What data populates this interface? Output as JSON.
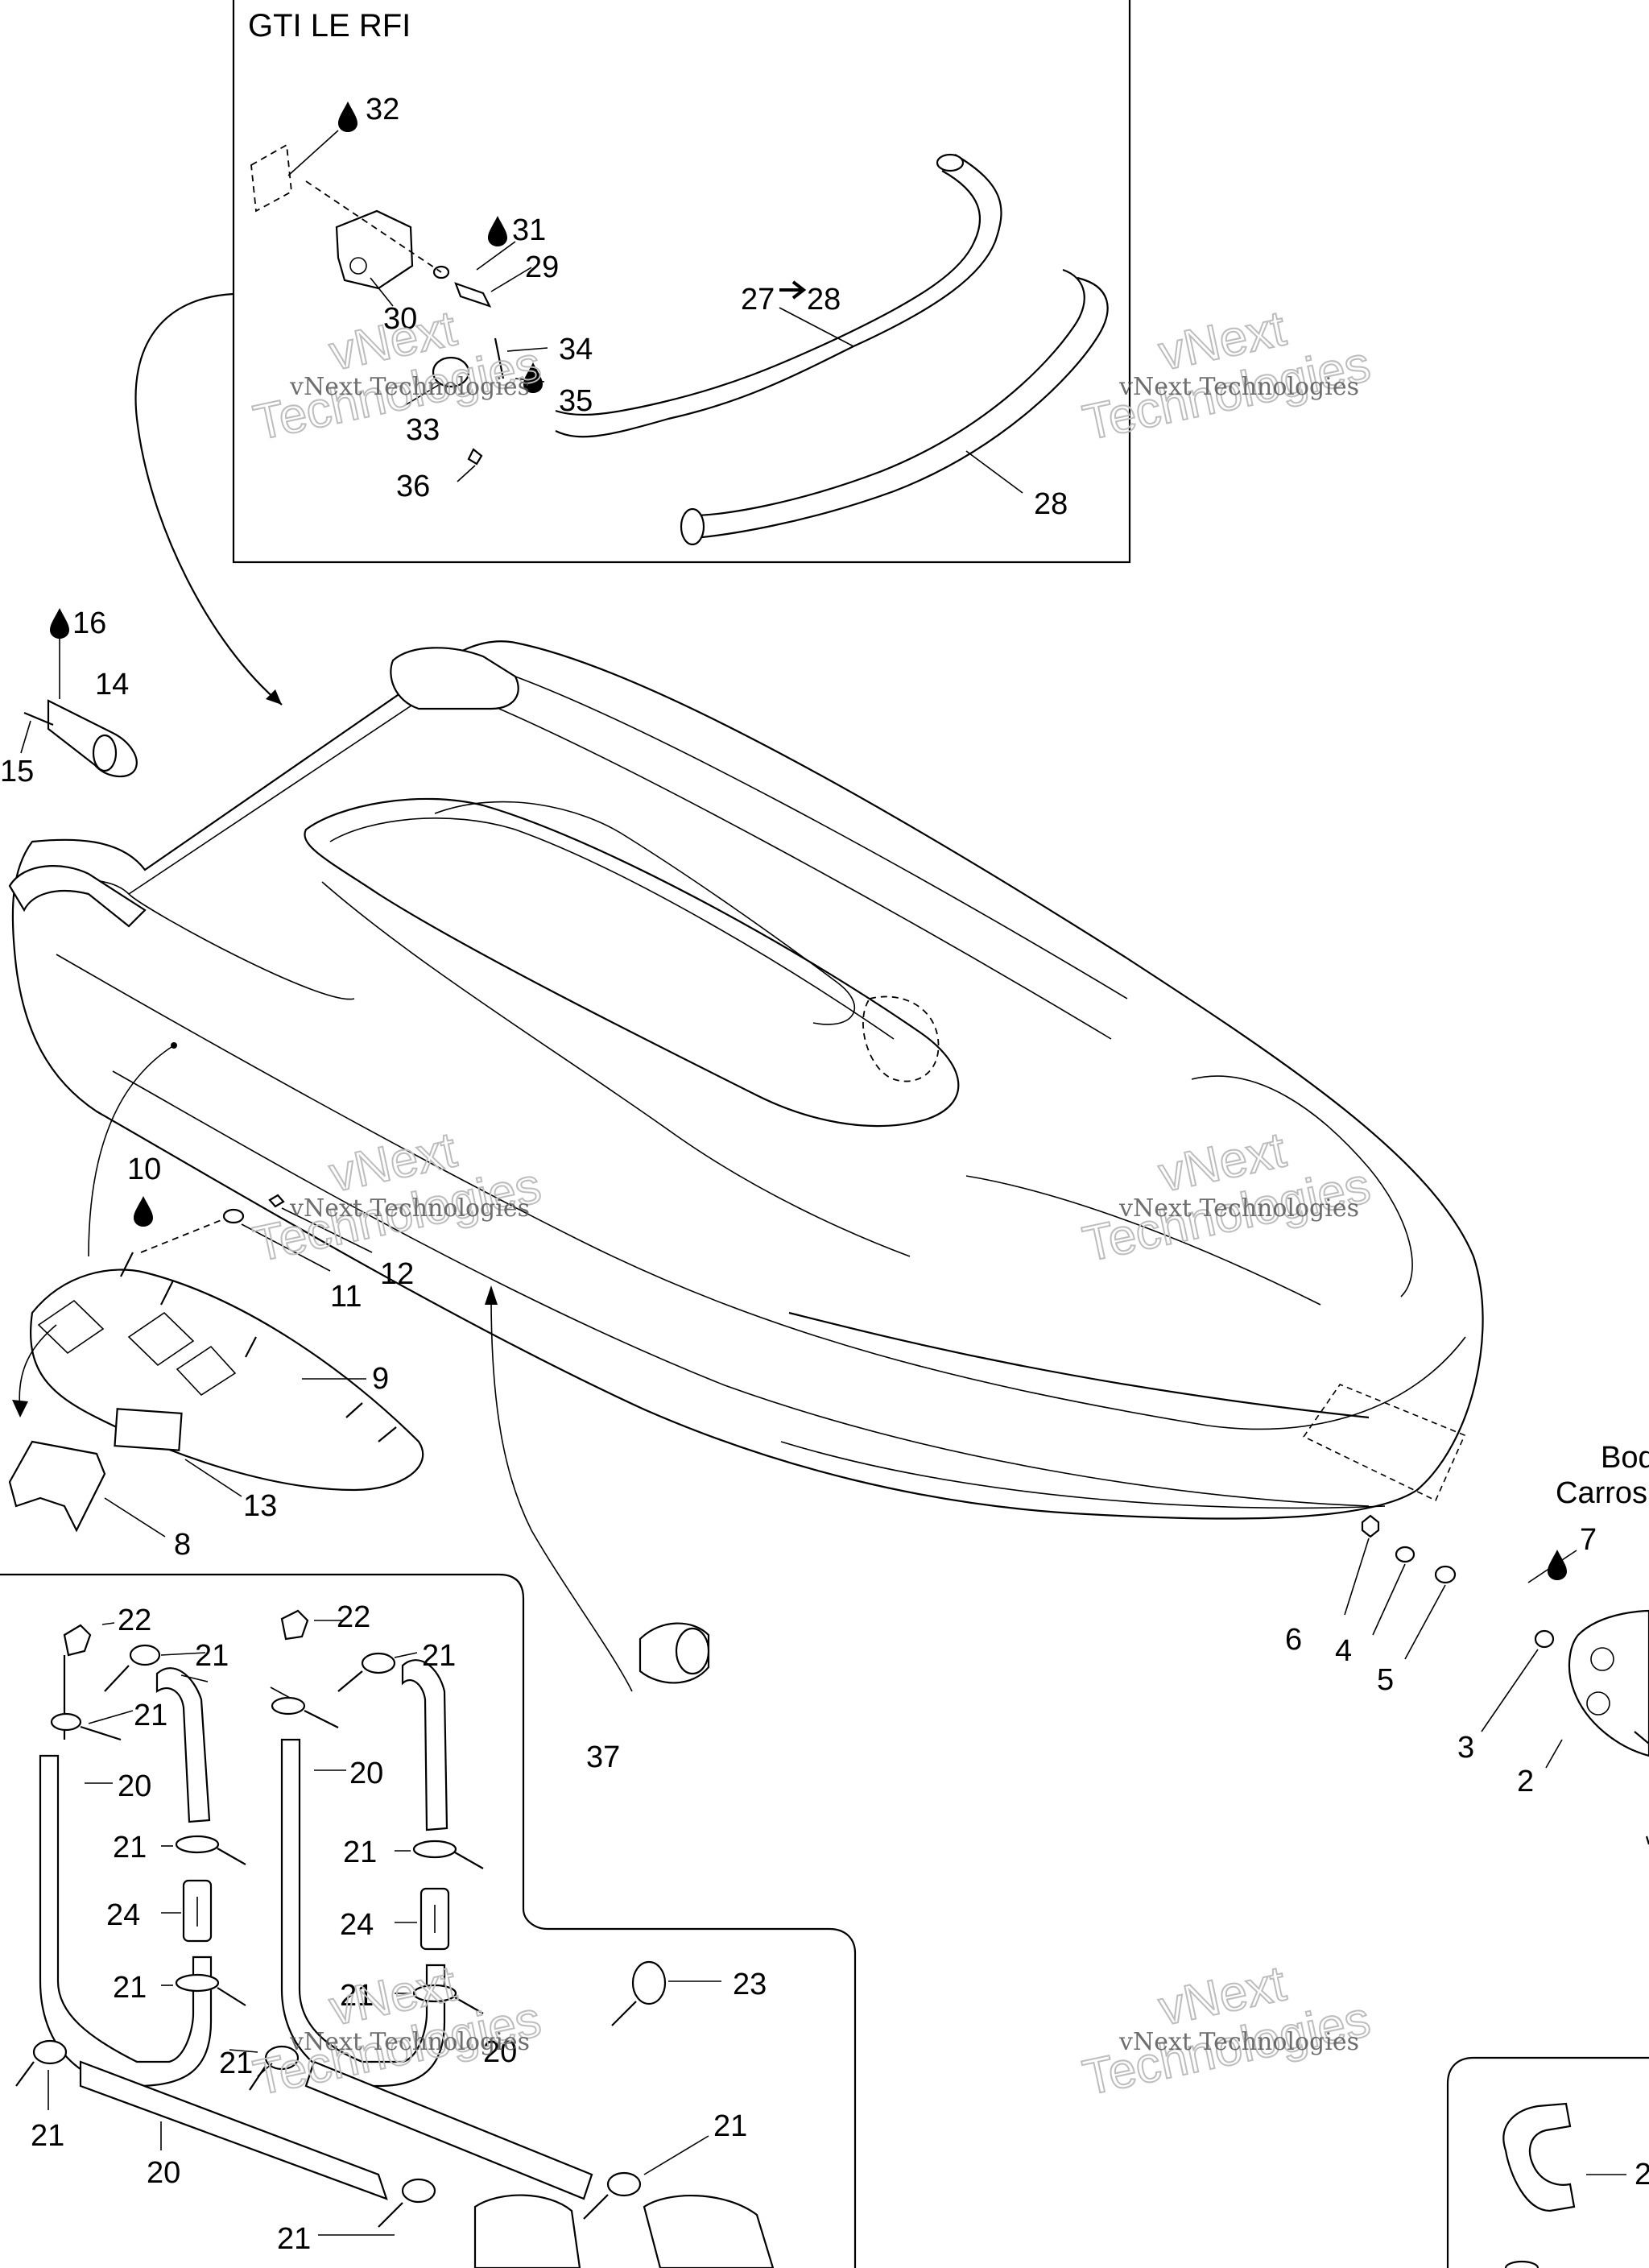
{
  "inset_title": "GTI LE RFI",
  "watermark": {
    "line1": "vNext Technologies",
    "line2a": "vNext",
    "line2b": "Technologies"
  },
  "side_label": {
    "line1": "Bod",
    "line2": "Carros"
  },
  "callouts": {
    "c1": "32",
    "c2": "31",
    "c3": "29",
    "c4": "30",
    "c5": "27",
    "c6": "28",
    "c7": "34",
    "c8": "35",
    "c9": "33",
    "c10": "36",
    "c11": "28",
    "c12": "16",
    "c13": "14",
    "c14": "15",
    "c15": "10",
    "c16": "11",
    "c17": "12",
    "c18": "9",
    "c19": "13",
    "c20": "8",
    "c21": "7",
    "c22": "6",
    "c23": "4",
    "c24": "5",
    "c25": "3",
    "c26": "2",
    "c27": "37",
    "c28": "22",
    "c29": "21",
    "c30": "21",
    "c31": "20",
    "c32": "21",
    "c33": "24",
    "c34": "21",
    "c35": "22",
    "c36": "21",
    "c37": "20",
    "c38": "21",
    "c39": "24",
    "c40": "21",
    "c41": "23",
    "c42": "20",
    "c43": "21",
    "c44": "21",
    "c45": "20",
    "c46": "21",
    "c47": "21",
    "c48": "2"
  },
  "icons": [
    "oil-drop-icon",
    "arrow-right-icon"
  ]
}
